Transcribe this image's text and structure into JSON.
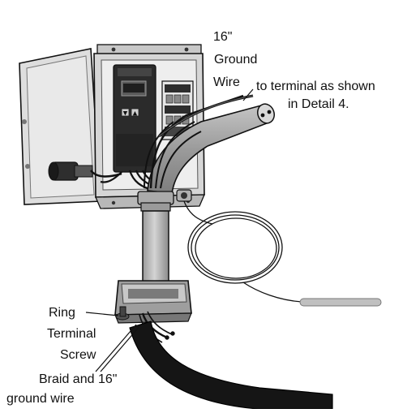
{
  "labels": {
    "wire_length": "16\"",
    "ground": "Ground",
    "wire": "Wire",
    "terminal_line1": "to terminal as shown",
    "terminal_line2": "in Detail 4.",
    "ring": "Ring",
    "terminal": "Terminal",
    "screw": "Screw",
    "braid_line1": "Braid and 16\"",
    "braid_line2": "ground wire"
  },
  "controller_keys": {
    "down": "▼",
    "up": "▲"
  }
}
